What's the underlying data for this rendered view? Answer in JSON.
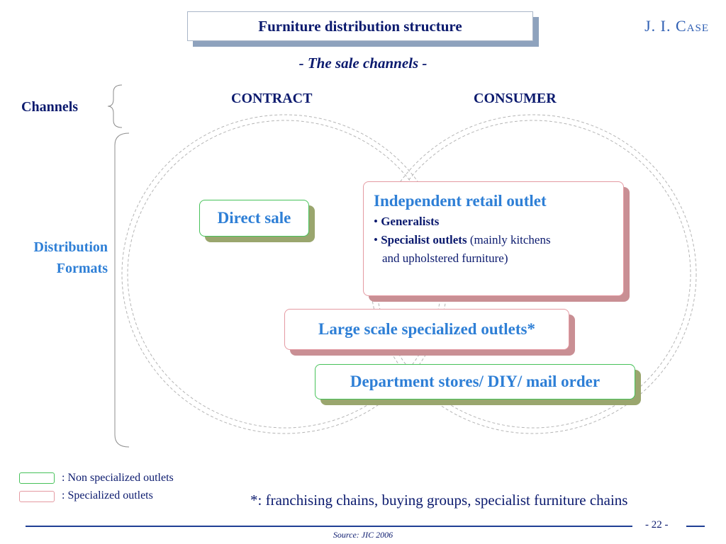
{
  "header": {
    "title": "Furniture distribution structure",
    "logo": "J. I. Case",
    "subtitle": "- The sale channels -"
  },
  "channels": {
    "label": "Channels",
    "contract": "CONTRACT",
    "consumer": "CONSUMER"
  },
  "formats": {
    "label_line1": "Distribution",
    "label_line2": "Formats"
  },
  "boxes": {
    "direct_sale": "Direct sale",
    "independent": {
      "title": "Independent retail outlet",
      "bullet": "•",
      "generalists": "Generalists",
      "specialist_bold": "Specialist outlets",
      "specialist_rest": "(mainly kitchens",
      "specialist_rest2": "and upholstered furniture)"
    },
    "large_scale": "Large scale specialized outlets*",
    "department": "Department stores/ DIY/ mail order"
  },
  "legend": {
    "non_specialized": ": Non specialized outlets",
    "specialized": ": Specialized outlets",
    "green_color": "#47c25a",
    "pink_color": "#e49aa2"
  },
  "footnote": "*: franchising chains, buying groups, specialist furniture chains",
  "footer": {
    "page": "- 22 -",
    "source": "Source: JIC 2006"
  }
}
